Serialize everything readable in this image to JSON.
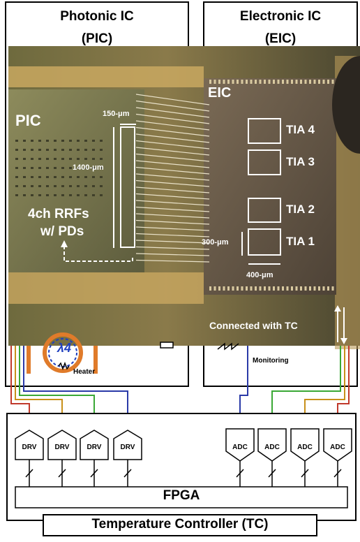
{
  "pic_box": {
    "title_line1": "Photonic IC",
    "title_line2": "(PIC)"
  },
  "eic_box": {
    "title_line1": "Electronic IC",
    "title_line2": "(EIC)"
  },
  "photo": {
    "pic_label": "PIC",
    "eic_label": "EIC",
    "width_dim": "150-μm",
    "height_dim": "1400-μm",
    "rrf_line1": "4ch RRFs",
    "rrf_line2": "w/ PDs",
    "tia_labels": [
      "TIA 4",
      "TIA 3",
      "TIA 2",
      "TIA 1"
    ],
    "tia_height_dim": "300-μm",
    "tia_width_dim": "400-μm",
    "tc_note": "Connected with TC"
  },
  "below_photo": {
    "lambda": "λ4",
    "heater": "Heater",
    "monitoring": "Monitoring"
  },
  "drivers": [
    "DRV",
    "DRV",
    "DRV",
    "DRV"
  ],
  "adcs": [
    "ADC",
    "ADC",
    "ADC",
    "ADC"
  ],
  "fpga_label": "FPGA",
  "tc_label": "Temperature Controller (TC)",
  "colors": {
    "ch1": "#c0392b",
    "ch2": "#c8901a",
    "ch3": "#3aa835",
    "ch4": "#2a3aa8",
    "heater_ring": "#e07b2a"
  }
}
